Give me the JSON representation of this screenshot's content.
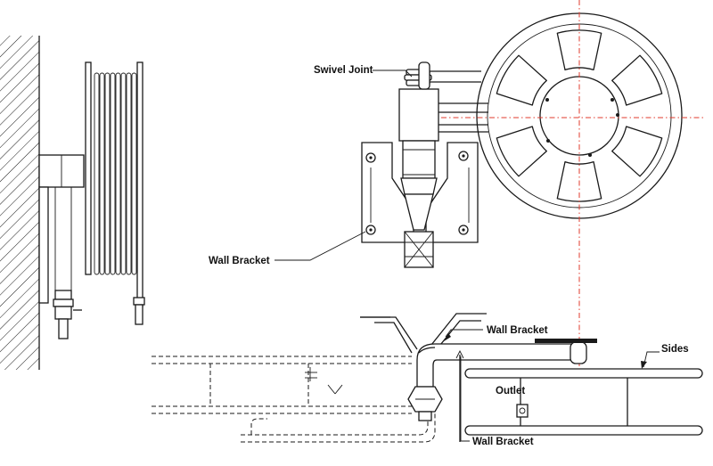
{
  "labels": {
    "swivel_joint": "Swivel Joint",
    "wall_bracket_left": "Wall Bracket",
    "wall_bracket_top": "Wall Bracket",
    "wall_bracket_bottom": "Wall Bracket",
    "sides": "Sides",
    "outlet": "Outlet"
  },
  "colors": {
    "line": "#1a1a1a",
    "centerline": "#e23b2e",
    "background": "#ffffff"
  }
}
